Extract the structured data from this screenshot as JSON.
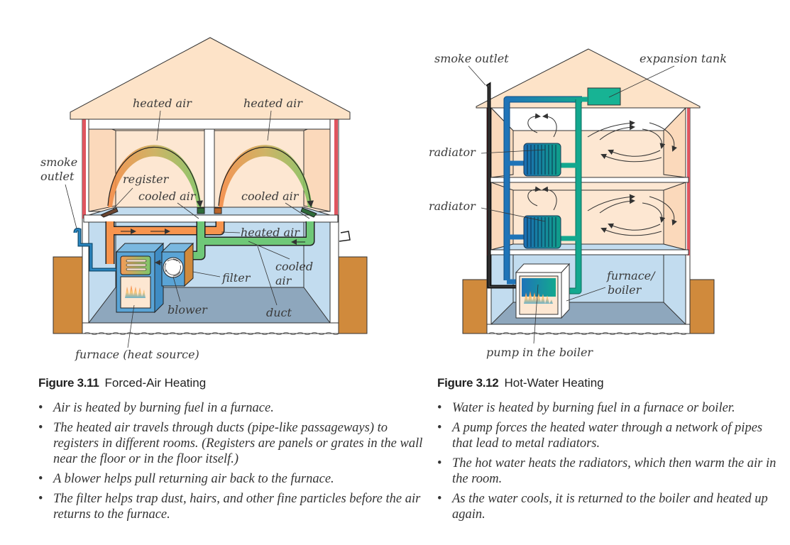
{
  "figures": [
    {
      "id": "figure-3-11",
      "number": "Figure 3.11",
      "title": "Forced-Air Heating",
      "labels": {
        "heated_air_left": "heated air",
        "heated_air_right": "heated air",
        "smoke_outlet_line1": "smoke",
        "smoke_outlet_line2": "outlet",
        "register": "register",
        "cooled_air_left": "cooled air",
        "cooled_air_right": "cooled air",
        "heated_air_duct": "heated air",
        "cooled_air_duct_line1": "cooled",
        "cooled_air_duct_line2": "air",
        "filter": "filter",
        "blower": "blower",
        "duct": "duct",
        "furnace": "furnace (heat source)"
      },
      "bullets": [
        "Air is heated by burning fuel in a furnace.",
        "The heated air travels through ducts (pipe-like passageways) to registers in different rooms. (Registers are panels or grates in the wall near the floor or in the floor itself.)",
        "A blower helps pull returning air back to the furnace.",
        "The filter helps trap dust, hairs, and other fine particles before the air returns to the furnace."
      ]
    },
    {
      "id": "figure-3-12",
      "number": "Figure 3.12",
      "title": "Hot-Water Heating",
      "labels": {
        "smoke_outlet": "smoke outlet",
        "expansion_tank": "expansion tank",
        "radiator_upper": "radiator",
        "radiator_lower": "radiator",
        "furnace_line1": "furnace/",
        "furnace_line2": "boiler",
        "pump": "pump in the boiler"
      },
      "bullets": [
        "Water is heated by burning fuel in a furnace or boiler.",
        "A pump forces the heated water through a network of pipes that lead to metal radiators.",
        "The hot water heats the radiators, which then warm the air in the room.",
        "As the water cools, it is returned to the boiler and heated up again."
      ]
    }
  ],
  "colors": {
    "roof": "#fde3c8",
    "room": "#fde7d2",
    "basement": "#c2dcef",
    "floor": "#8ea7bd",
    "ground": "#d08a3c",
    "hot_duct": "#f7944e",
    "cool_duct": "#6fc878",
    "furnace": "#5aa4d6",
    "hot_pipe": "#1f74b8",
    "return_pipe": "#13a88f",
    "siding": "#e0555f"
  }
}
